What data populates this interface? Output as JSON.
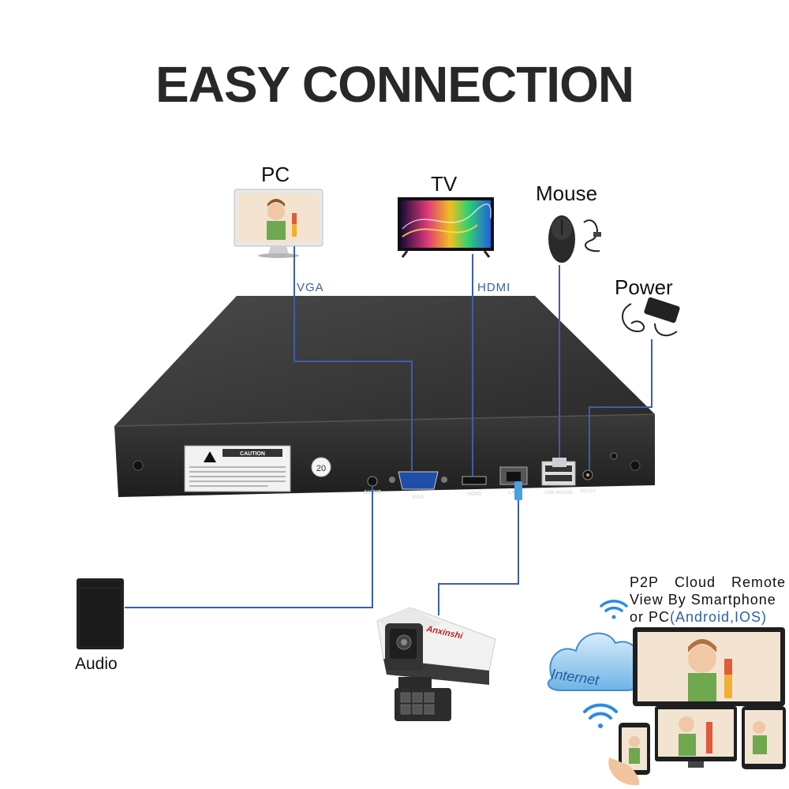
{
  "title": "EASY CONNECTION",
  "devices": {
    "pc": "PC",
    "tv": "TV",
    "mouse": "Mouse",
    "power": "Power",
    "audio": "Audio"
  },
  "cables": {
    "vga": "VGA",
    "hdmi": "HDMI"
  },
  "nvr": {
    "caution_title": "CAUTION",
    "sticker": "20",
    "ports": {
      "audio": "AUDIO",
      "vga": "VGA",
      "hdmi": "HDMI",
      "lan": "LAN",
      "usb": "USB MOUSE",
      "dc": "DC12V"
    }
  },
  "camera": {
    "brand": "Anxinshi"
  },
  "internet": "Internet",
  "p2p": {
    "line1_words": [
      "P2P",
      "Cloud",
      "Remote"
    ],
    "line2": "View By Smartphone",
    "line3_prefix": "or PC",
    "line3_os": "(Android,IOS)"
  },
  "colors": {
    "cable": "#3b5fa8",
    "nvr_body": "#2d2d2d",
    "title": "#2a2826"
  }
}
